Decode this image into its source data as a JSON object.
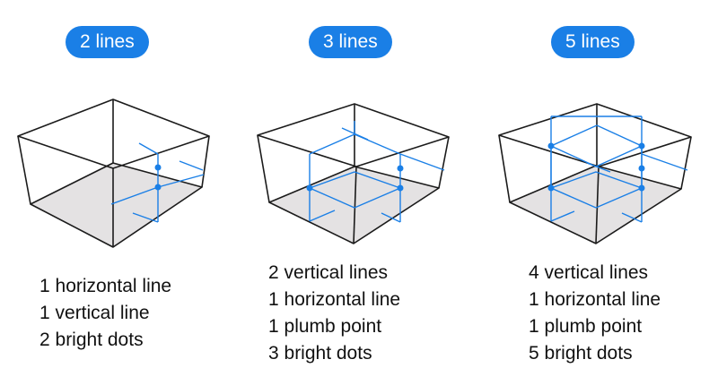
{
  "colors": {
    "accent": "#1a7fe6",
    "laser": "#1a7fe6",
    "floor": "#e4e2e3",
    "outline": "#1b1b1b"
  },
  "panels": [
    {
      "title": "2 lines",
      "features": [
        "1 horizontal line",
        "1 vertical line",
        "2 bright dots"
      ]
    },
    {
      "title": "3 lines",
      "features": [
        "2 vertical lines",
        "1 horizontal line",
        "1 plumb point",
        "3 bright dots"
      ]
    },
    {
      "title": "5 lines",
      "features": [
        "4 vertical lines",
        "1 horizontal line",
        "1 plumb point",
        "5 bright dots"
      ]
    }
  ]
}
